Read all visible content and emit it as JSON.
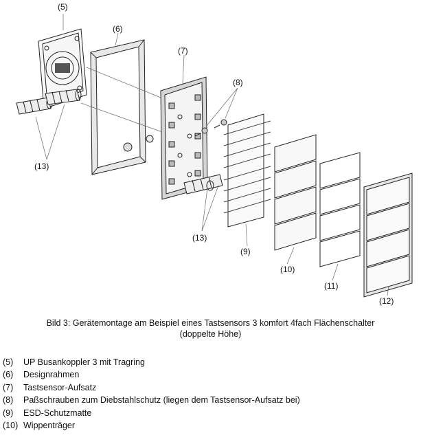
{
  "callouts": {
    "c5": "(5)",
    "c6": "(6)",
    "c7": "(7)",
    "c8": "(8)",
    "c9": "(9)",
    "c10": "(10)",
    "c11": "(11)",
    "c12": "(12)",
    "c13a": "(13)",
    "c13b": "(13)"
  },
  "caption": {
    "line1": "Bild 3: Gerätemontage am Beispiel eines Tastsensors 3 komfort 4fach Flächenschalter",
    "line2": "(doppelte Höhe)"
  },
  "legend": [
    {
      "num": "(5)",
      "text": "UP Busankoppler 3 mit Tragring"
    },
    {
      "num": "(6)",
      "text": "Designrahmen"
    },
    {
      "num": "(7)",
      "text": "Tastsensor-Aufsatz"
    },
    {
      "num": "(8)",
      "text": "Paßschrauben zum Diebstahlschutz (liegen dem Tastsensor-Aufsatz bei)"
    },
    {
      "num": "(9)",
      "text": "ESD-Schutzmatte"
    },
    {
      "num": "(10)",
      "text": "Wippenträger"
    }
  ]
}
